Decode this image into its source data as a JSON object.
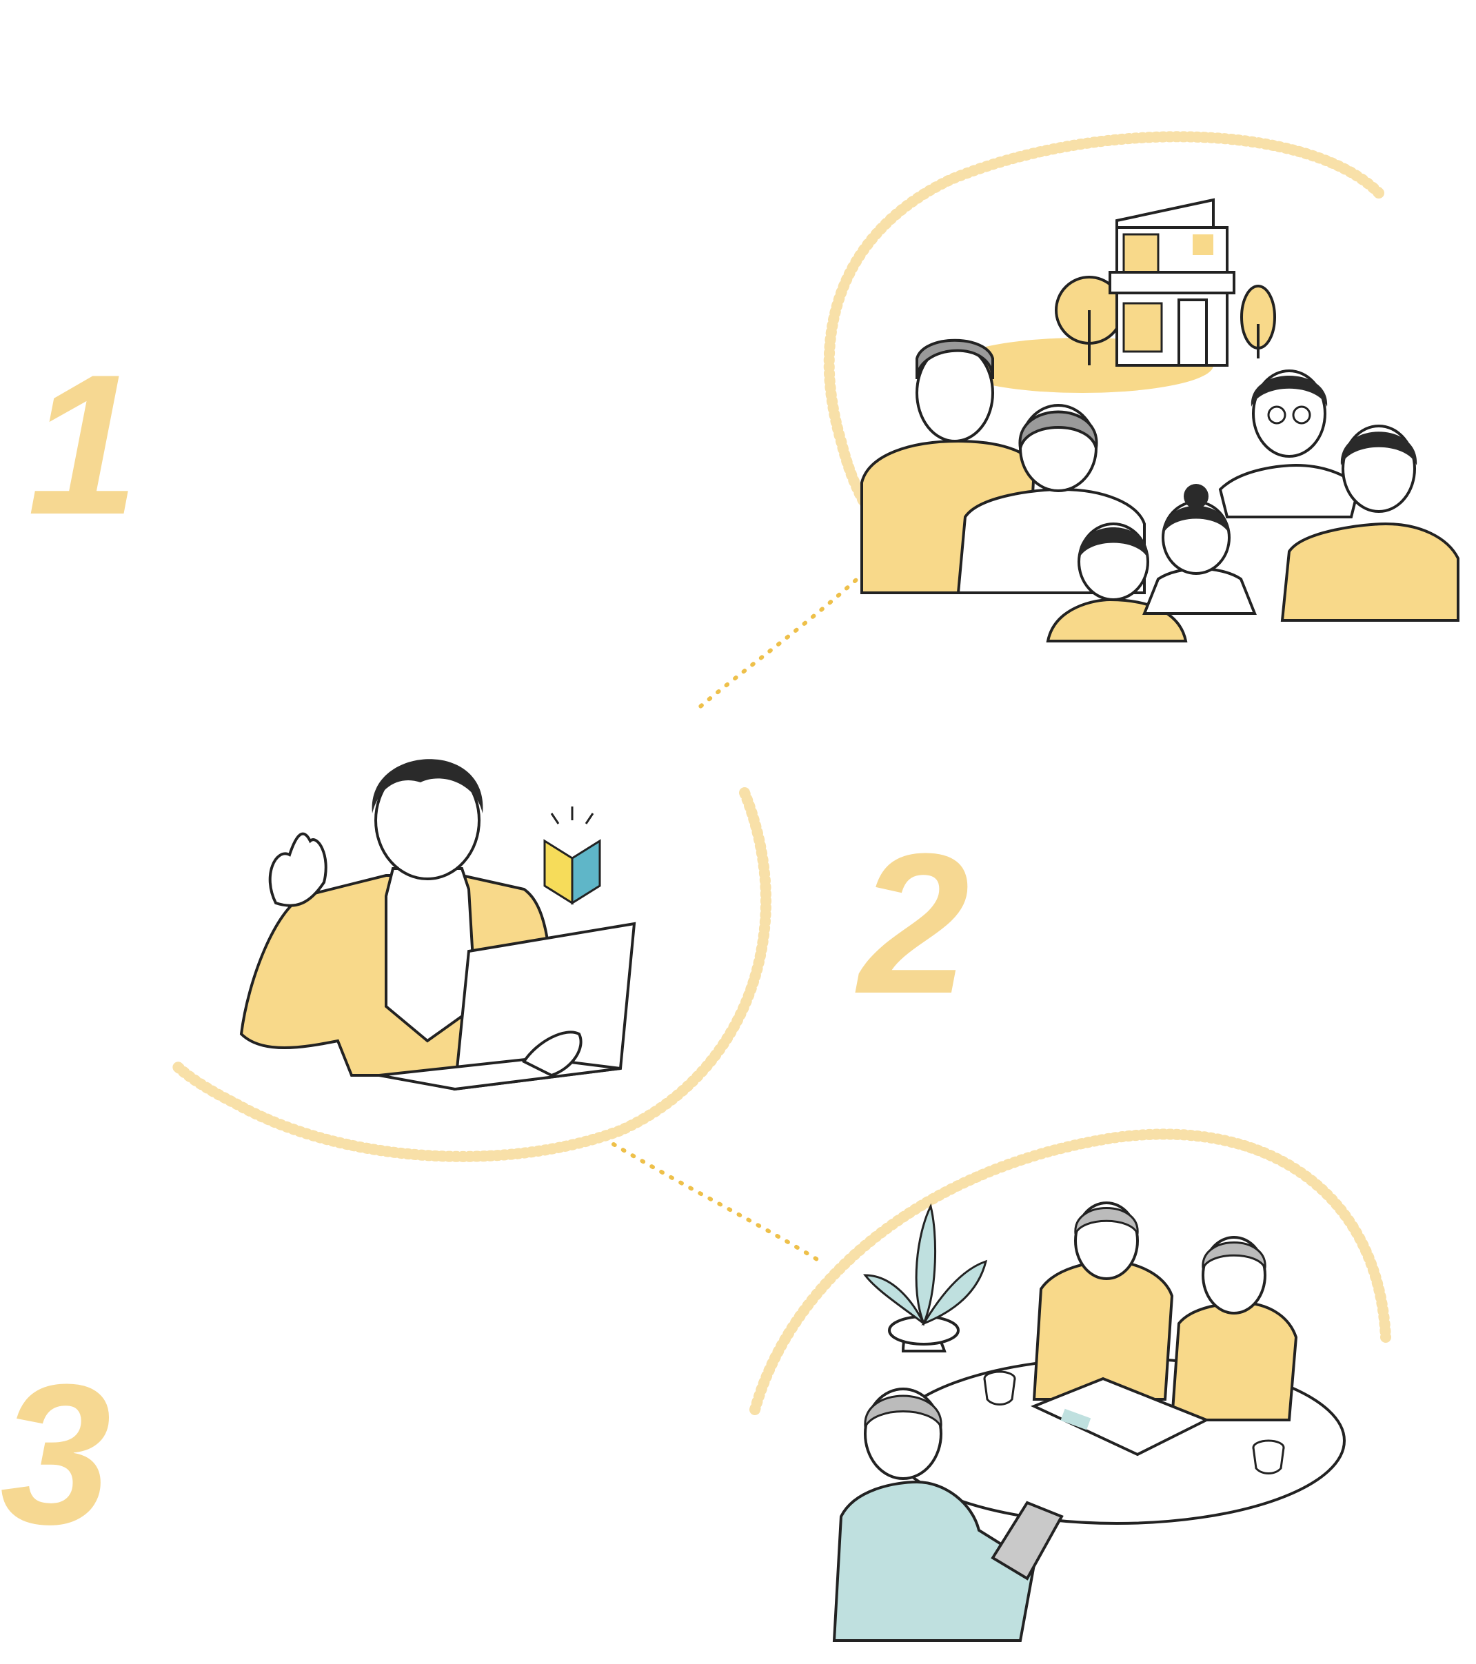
{
  "steps": [
    {
      "number": "1",
      "illustration": "family-with-house"
    },
    {
      "number": "2",
      "illustration": "beginner-with-laptop"
    },
    {
      "number": "3",
      "illustration": "consultation-meeting"
    }
  ],
  "colors": {
    "number": "#f6d892",
    "accent_yellow": "#f8d98a",
    "dot_yellow": "#f2c94c",
    "light_blue": "#bfe0df",
    "line": "#222222",
    "hair": "#2a2a2a"
  },
  "icons": {
    "beginner_mark": "beginner-leaf-icon",
    "house": "house-icon",
    "plant": "plant-icon"
  }
}
